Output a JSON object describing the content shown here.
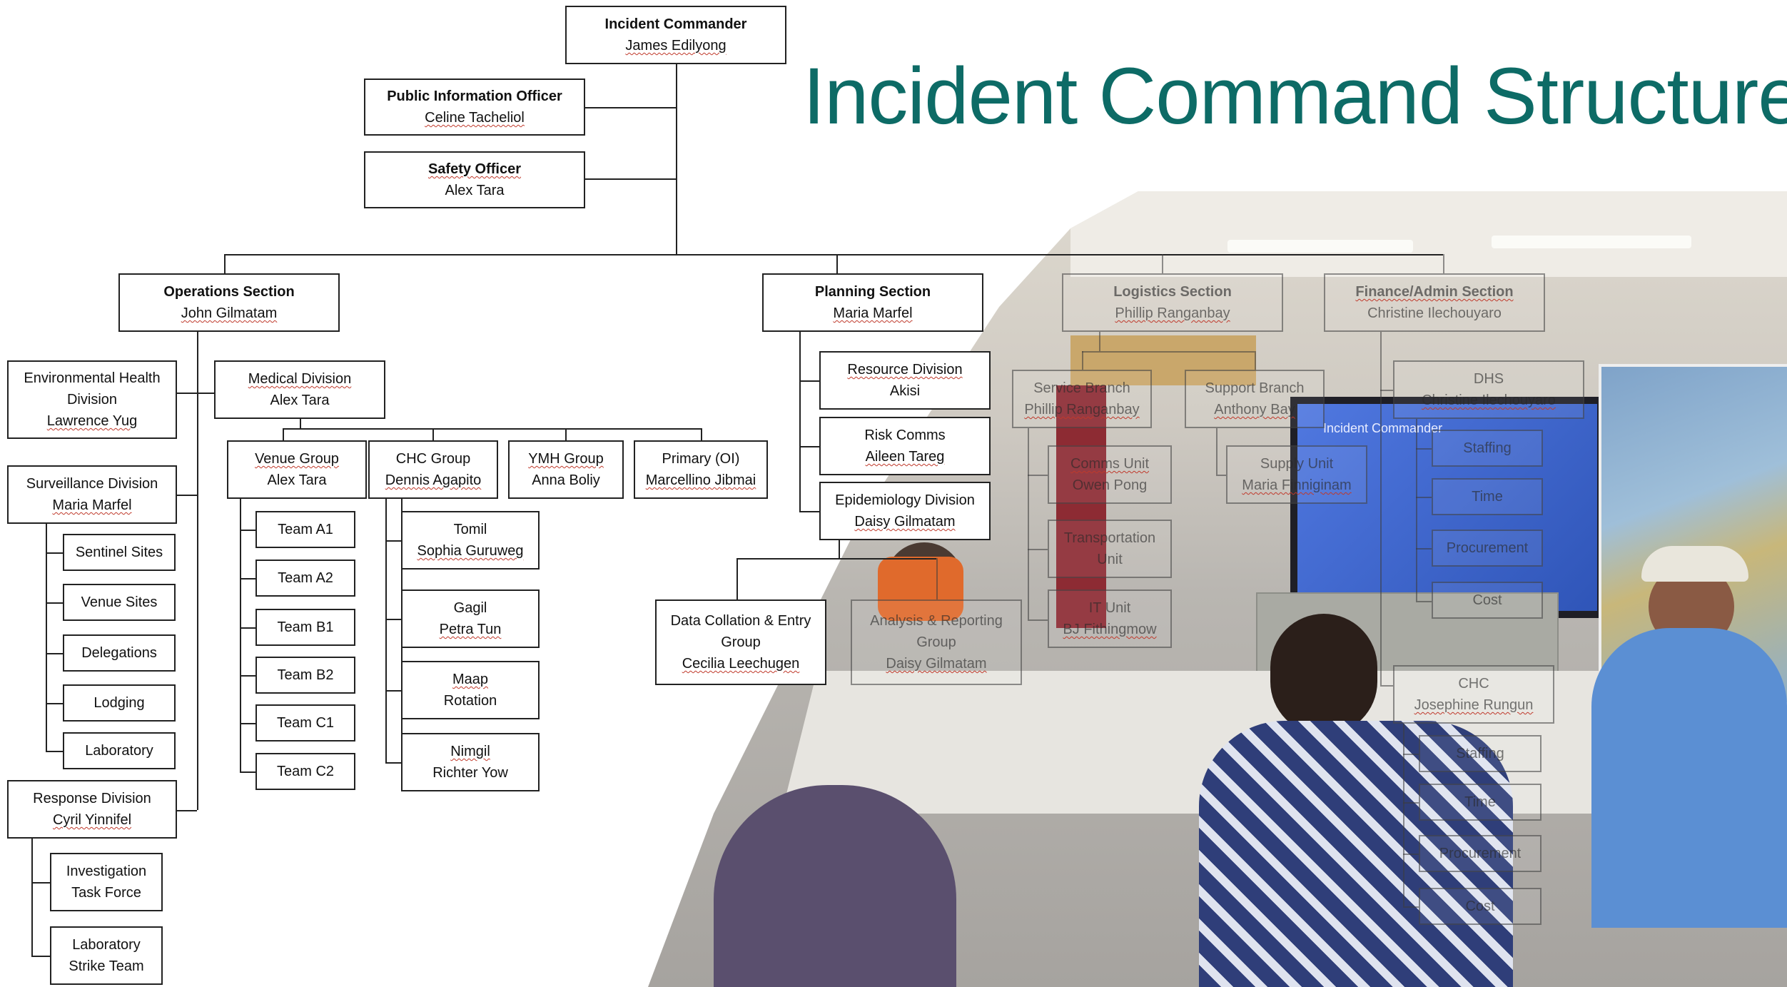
{
  "title": "Incident Command Structure",
  "colors": {
    "title": "#0d6b66",
    "line": "#222222"
  },
  "nodes": {
    "incident_commander": [
      "Incident Commander",
      "James Edilyong"
    ],
    "pio": [
      "Public Information Officer",
      "Celine Tacheliol"
    ],
    "safety": [
      "Safety Officer",
      "Alex Tara"
    ],
    "operations": [
      "Operations Section",
      "John Gilmatam"
    ],
    "planning": [
      "Planning Section",
      "Maria Marfel"
    ],
    "logistics": [
      "Logistics Section",
      "Phillip Ranganbay"
    ],
    "finance": [
      "Finance/Admin Section",
      "Christine Ilechouyaro"
    ],
    "env_health": [
      "Environmental Health",
      "Division",
      "Lawrence Yug"
    ],
    "medical": [
      "Medical Division",
      "Alex Tara"
    ],
    "surveillance": [
      "Surveillance Division",
      "Maria Marfel"
    ],
    "sentinel": [
      "Sentinel Sites"
    ],
    "venue_sites": [
      "Venue Sites"
    ],
    "delegations": [
      "Delegations"
    ],
    "lodging": [
      "Lodging"
    ],
    "laboratory": [
      "Laboratory"
    ],
    "response": [
      "Response Division",
      "Cyril Yinnifel"
    ],
    "investigation": [
      "Investigation",
      "Task Force"
    ],
    "lab_strike": [
      "Laboratory",
      "Strike Team"
    ],
    "venue_group": [
      "Venue Group",
      "Alex Tara"
    ],
    "chc_group": [
      "CHC Group",
      "Dennis Agapito"
    ],
    "ymh_group": [
      "YMH Group",
      "Anna Boliy"
    ],
    "primary": [
      "Primary (OI)",
      "Marcellino Jibmai"
    ],
    "team_a1": [
      "Team A1"
    ],
    "team_a2": [
      "Team A2"
    ],
    "team_b1": [
      "Team B1"
    ],
    "team_b2": [
      "Team B2"
    ],
    "team_c1": [
      "Team C1"
    ],
    "team_c2": [
      "Team C2"
    ],
    "tomil": [
      "Tomil",
      "Sophia Guruweg"
    ],
    "gagil": [
      "Gagil",
      "Petra Tun"
    ],
    "maap": [
      "Maap",
      "Rotation"
    ],
    "nimgil": [
      "Nimgil",
      "Richter Yow"
    ],
    "resource": [
      "Resource Division",
      "Akisi"
    ],
    "risk_comms": [
      "Risk Comms",
      "Aileen Tareg"
    ],
    "epi": [
      "Epidemiology Division",
      "Daisy Gilmatam"
    ],
    "data_collation": [
      "Data Collation & Entry",
      "Group",
      "Cecilia Leechugen"
    ],
    "analysis": [
      "Analysis & Reporting",
      "Group",
      "Daisy Gilmatam"
    ],
    "service_branch": [
      "Service Branch",
      "Phillip Ranganbay"
    ],
    "support_branch": [
      "Support Branch",
      "Anthony Bay"
    ],
    "comms_unit": [
      "Comms Unit",
      "Owen Pong"
    ],
    "transport_unit": [
      "Transportation",
      "Unit"
    ],
    "it_unit": [
      "IT Unit",
      "BJ Fithingmow"
    ],
    "supply_unit": [
      "Supply Unit",
      "Maria Finniginam"
    ],
    "dhs": [
      "DHS",
      "Christine Ilechouyaro"
    ],
    "dhs_staffing": [
      "Staffing"
    ],
    "dhs_time": [
      "Time"
    ],
    "dhs_procurement": [
      "Procurement"
    ],
    "dhs_cost": [
      "Cost"
    ],
    "chc": [
      "CHC",
      "Josephine Rungun"
    ],
    "chc_staffing": [
      "Staffing"
    ],
    "chc_time": [
      "Time"
    ],
    "chc_procurement": [
      "Procurement"
    ],
    "chc_cost": [
      "Cost"
    ]
  },
  "background_photo": {
    "screen_heading": "Incident Commander"
  }
}
